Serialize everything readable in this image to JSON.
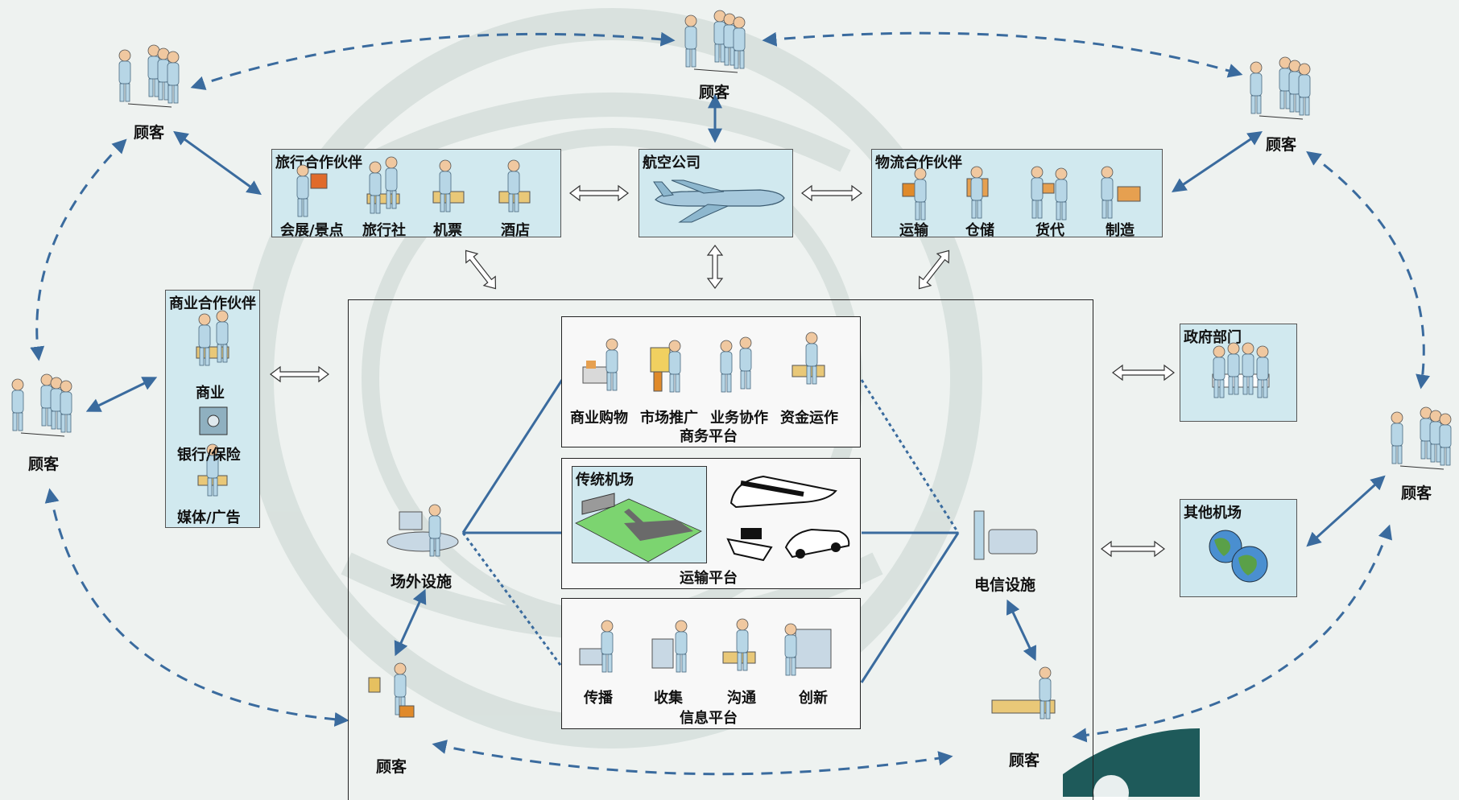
{
  "customers": {
    "top": "顾客",
    "top_left": "顾客",
    "top_right": "顾客",
    "mid_left": "顾客",
    "mid_right": "顾客",
    "bottom_left": "顾客",
    "bottom_right": "顾客"
  },
  "travel": {
    "title": "旅行合作伙伴",
    "items": [
      "会展/景点",
      "旅行社",
      "机票",
      "酒店"
    ]
  },
  "airline": {
    "title": "航空公司"
  },
  "logistics": {
    "title": "物流合作伙伴",
    "items": [
      "运输",
      "仓储",
      "货代",
      "制造"
    ]
  },
  "commerce": {
    "title": "商业合作伙伴",
    "items": [
      "商业",
      "银行/保险",
      "媒体/广告"
    ]
  },
  "government": {
    "title": "政府部门"
  },
  "other_airports": {
    "title": "其他机场"
  },
  "business_platform": {
    "title": "商务平台",
    "items": [
      "商业购物",
      "市场推广",
      "业务协作",
      "资金运作"
    ]
  },
  "transport_platform": {
    "title": "运输平台",
    "airport_label": "传统机场"
  },
  "info_platform": {
    "title": "信息平台",
    "items": [
      "传播",
      "收集",
      "沟通",
      "创新"
    ]
  },
  "offsite": {
    "label": "场外设施"
  },
  "telecom": {
    "label": "电信设施"
  },
  "colors": {
    "panel": "#d1e9ef",
    "arrow": "#3a6b9e",
    "person_body": "#b7d6e6",
    "person_skin": "#f0c8a0"
  }
}
